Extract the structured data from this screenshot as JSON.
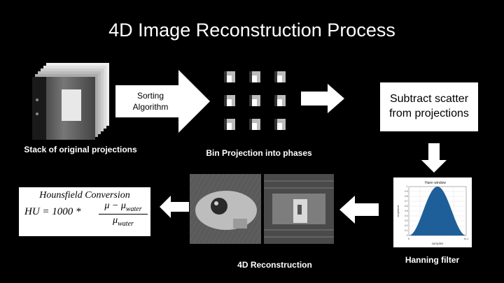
{
  "slide": {
    "title": "4D Image Reconstruction Process"
  },
  "steps": {
    "stack": {
      "caption": "Stack of original projections"
    },
    "sorting": {
      "label_line1": "Sorting",
      "label_line2": "Algorithm"
    },
    "bins": {
      "caption": "Bin Projection into phases"
    },
    "scatter": {
      "line1": "Subtract scatter",
      "line2": "from projections"
    },
    "hanning": {
      "caption": "Hanning filter",
      "plot_title": "Hann window",
      "xlabel": "samples",
      "ylabel": "amplitude",
      "x_start": "0",
      "x_end": "N-1",
      "yticks": [
        "0",
        "0.1",
        "0.2",
        "0.3",
        "0.4",
        "0.5",
        "0.6",
        "0.7",
        "0.8",
        "0.9",
        "1"
      ]
    },
    "recon": {
      "caption": "4D Reconstruction"
    },
    "hounsfield": {
      "heading": "Hounsfield Conversion",
      "lhs": "HU = 1000 *",
      "numerator": "μ − μ",
      "numerator_sub": "water",
      "denominator": "μ",
      "denominator_sub": "water"
    }
  },
  "colors": {
    "background": "#000000",
    "hann_fill": "#1f5f99"
  }
}
